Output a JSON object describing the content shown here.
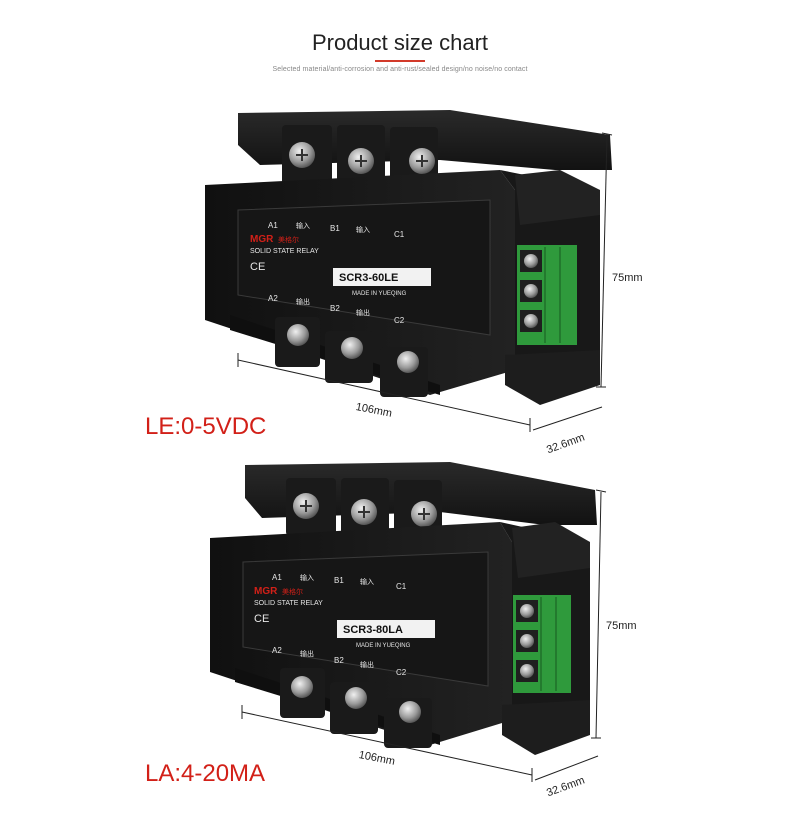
{
  "header": {
    "title": "Product size chart",
    "subtitle": "Selected material/anti-corrosion and anti-rust/sealed design/no noise/no contact"
  },
  "products": [
    {
      "variant": "LE:0-5VDC",
      "model": "SCR3-60LE",
      "brand": "MGR",
      "brand_cn": "美格尔",
      "subtitle": "SOLID STATE RELAY",
      "made_in": "MADE IN YUEQING",
      "in_label": "输入",
      "out_label": "输出",
      "terminals_top": [
        "A1",
        "B1",
        "C1"
      ],
      "terminals_bottom": [
        "A2",
        "B2",
        "C2"
      ],
      "dim_height": "75mm",
      "dim_length": "106mm",
      "dim_width": "32.6mm"
    },
    {
      "variant": "LA:4-20MA",
      "model": "SCR3-80LA",
      "brand": "MGR",
      "brand_cn": "美格尔",
      "subtitle": "SOLID STATE RELAY",
      "made_in": "MADE IN YUEQING",
      "in_label": "输入",
      "out_label": "输出",
      "terminals_top": [
        "A1",
        "B1",
        "C1"
      ],
      "terminals_bottom": [
        "A2",
        "B2",
        "C2"
      ],
      "dim_height": "75mm",
      "dim_length": "106mm",
      "dim_width": "32.6mm"
    }
  ],
  "colors": {
    "accent_red": "#d22018",
    "terminal_green": "#2f9a3c",
    "body_black": "#1c1c1c"
  }
}
